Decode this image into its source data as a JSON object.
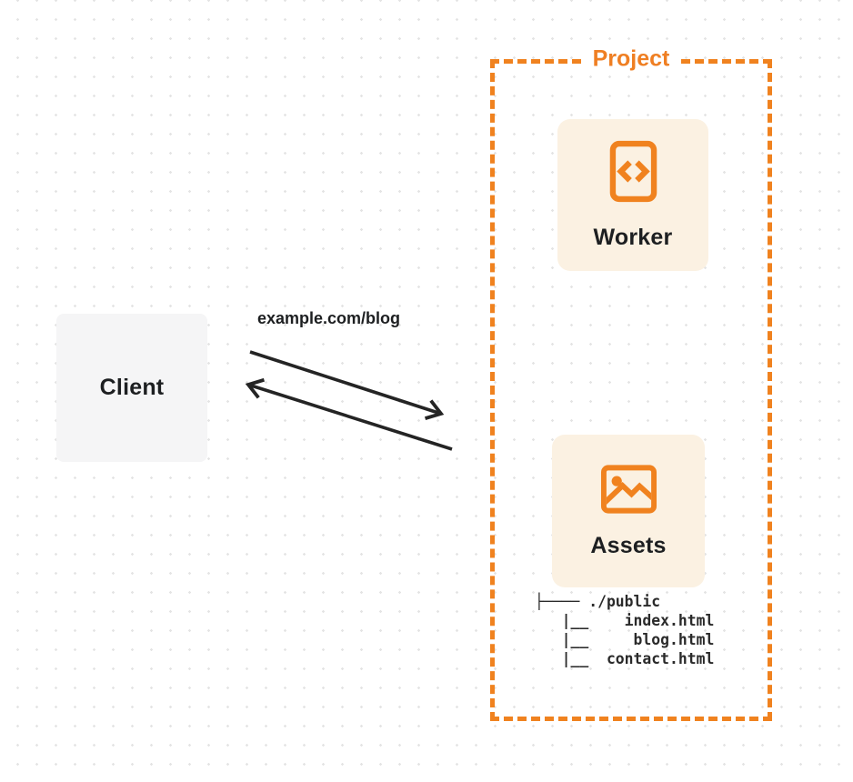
{
  "client": {
    "label": "Client"
  },
  "request": {
    "label": "example.com/blog"
  },
  "project": {
    "label": "Project",
    "worker": {
      "label": "Worker",
      "icon": "code-file-icon"
    },
    "assets": {
      "label": "Assets",
      "icon": "image-icon",
      "file_tree": [
        "├──── ./public",
        "   |__    index.html",
        "   |__     blog.html",
        "   |__  contact.html"
      ]
    }
  },
  "colors": {
    "accent_orange": "#f0821f",
    "card_background": "#fbf1e2",
    "client_background": "#f5f5f6",
    "arrow": "#242424",
    "text_dark": "#1d1f21",
    "grid_dot": "#e4e4e4"
  }
}
